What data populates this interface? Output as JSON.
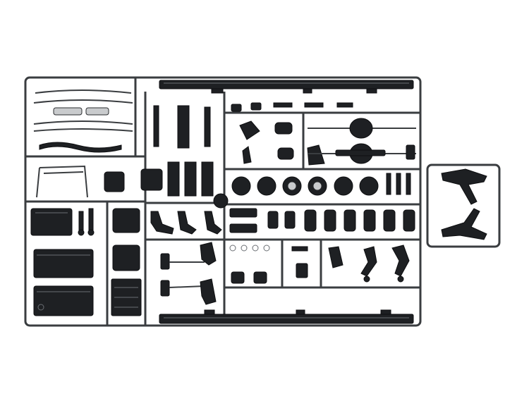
{
  "colors": {
    "plastic": "#1e2023",
    "frame": "#3a3d40",
    "background": "#ffffff",
    "highlight": "#6a6e73"
  },
  "sprue": {
    "main_parts": [
      {
        "id": "grille-bars"
      },
      {
        "id": "chassis-rails"
      },
      {
        "id": "crossmembers"
      },
      {
        "id": "axle-housing"
      },
      {
        "id": "wheel-hubs"
      },
      {
        "id": "brake-drums"
      },
      {
        "id": "air-tanks"
      },
      {
        "id": "fuel-tanks"
      },
      {
        "id": "battery-box"
      },
      {
        "id": "leaf-springs"
      },
      {
        "id": "suspension-arms"
      }
    ],
    "side_parts": [
      {
        "id": "seat-frames"
      }
    ]
  }
}
